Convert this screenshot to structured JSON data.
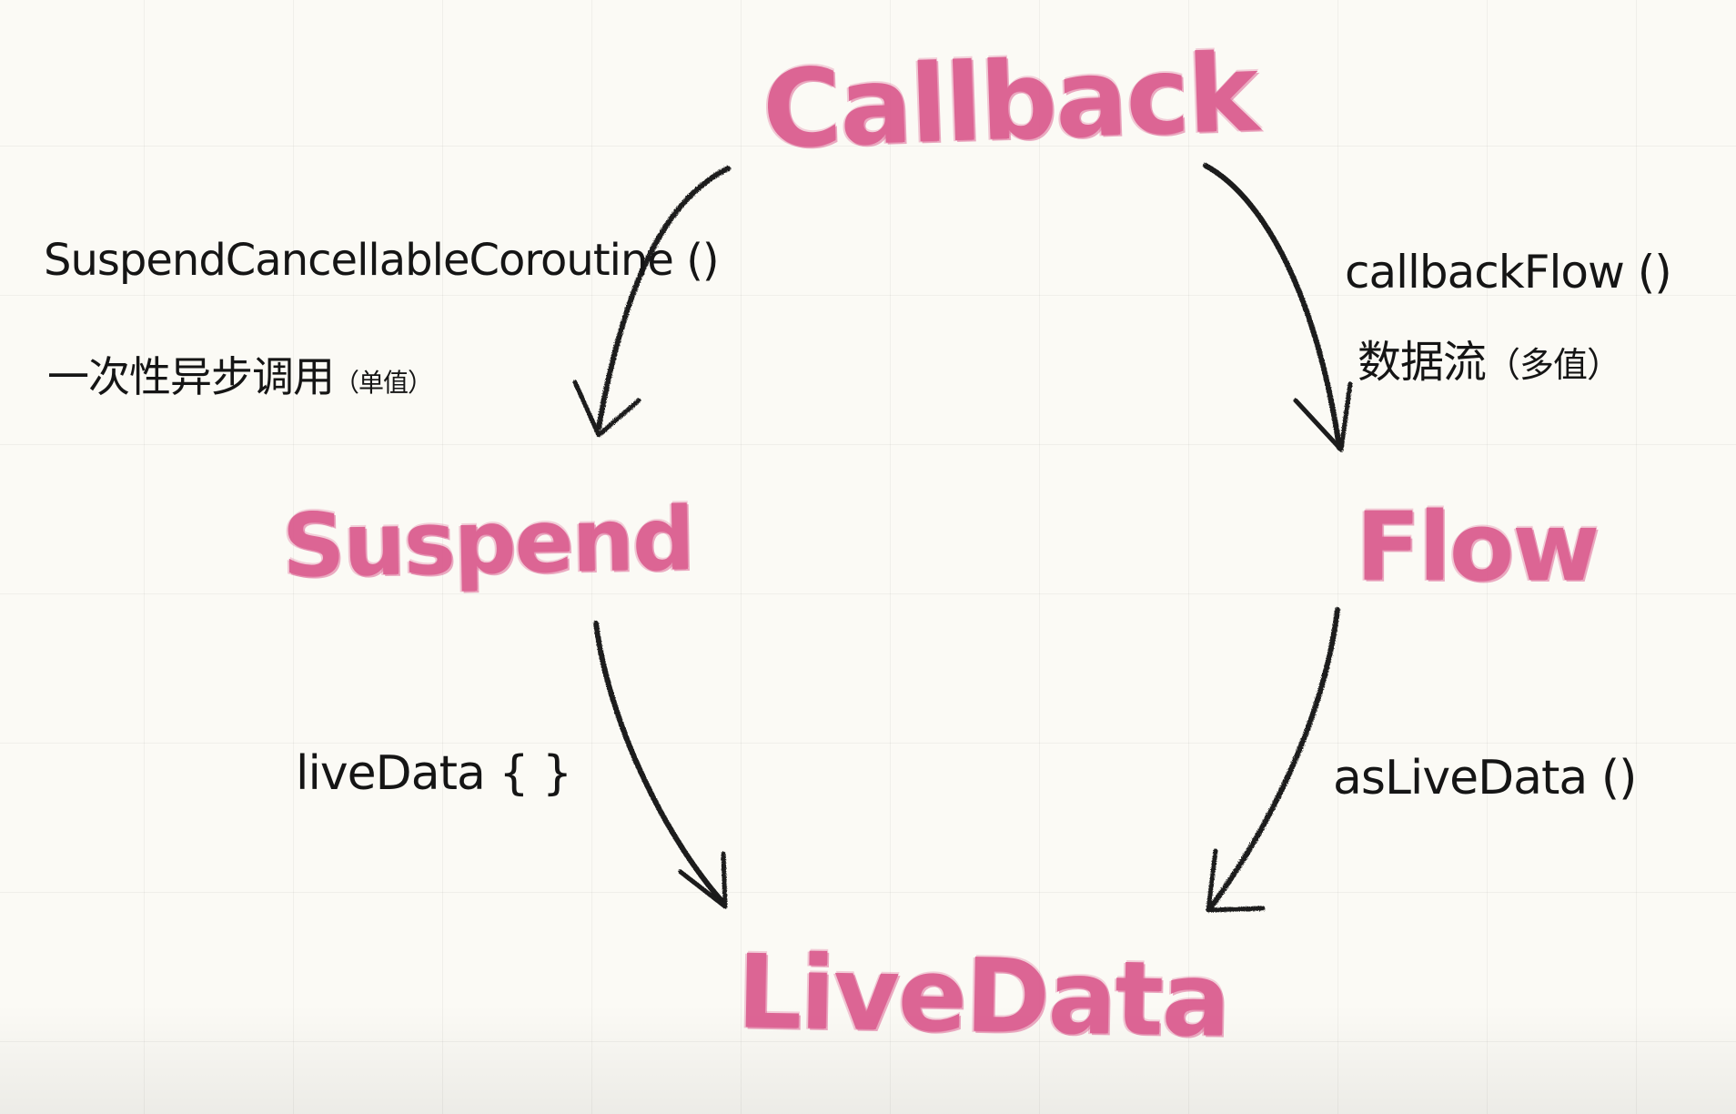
{
  "nodes": {
    "callback": "Callback",
    "suspend": "Suspend",
    "flow": "Flow",
    "livedata": "LiveData"
  },
  "edges": {
    "callback_to_suspend": {
      "label": "SuspendCancellableCoroutine ()",
      "note": "一次性异步调用",
      "note_small": "（单值）"
    },
    "callback_to_flow": {
      "label": "callbackFlow ()",
      "note": "数据流",
      "note_small": "（多值）"
    },
    "suspend_to_livedata": {
      "label": "liveData { }"
    },
    "flow_to_livedata": {
      "label": "asLiveData ()"
    }
  },
  "colors": {
    "node_pink": "#d9558a",
    "ink": "#151515",
    "background": "#fbfaf5"
  }
}
